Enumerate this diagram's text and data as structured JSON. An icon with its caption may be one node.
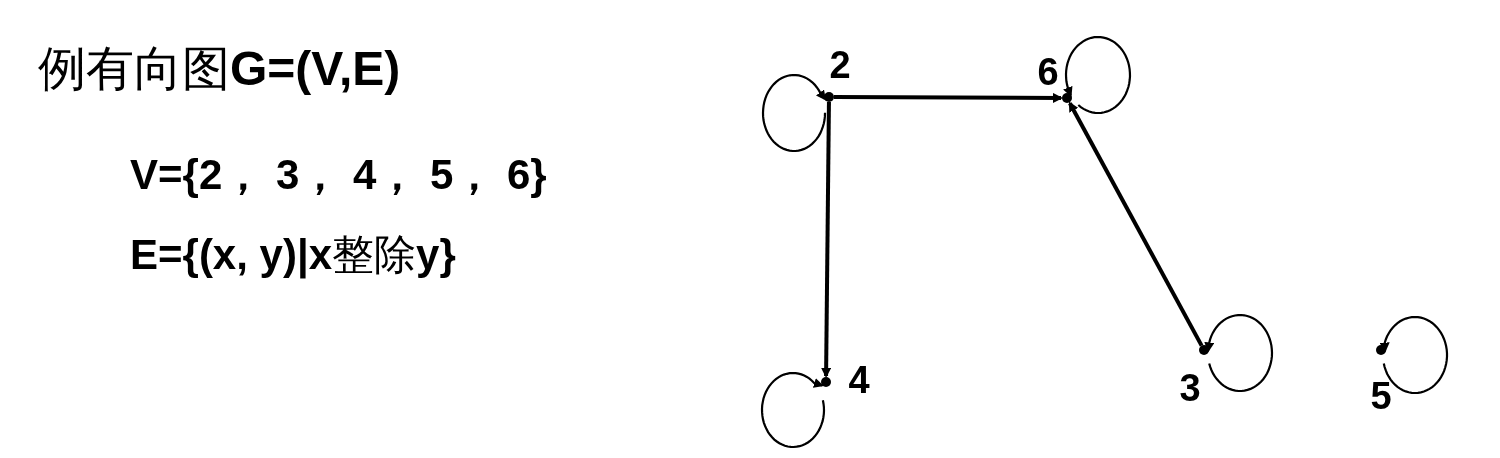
{
  "diagram": {
    "title": "例有向图**G=(V,E)**",
    "nodes": [
      {
        "text": [
          "2"
        ]
      },
      {
        "text": [
          "6"
        ]
      },
      {
        "text": [
          "4"
        ]
      },
      {
        "text": [
          "3"
        ]
      },
      {
        "text": [
          "5"
        ]
      }
    ],
    "edges": [
      {
        "from": 0,
        "to": 1,
        "arrow": "to"
      },
      {
        "from": 0,
        "to": 2,
        "arrow": "to"
      },
      {
        "from": 3,
        "to": 1,
        "arrow": "to"
      },
      {
        "from": 0,
        "to": 0,
        "arrow": "to"
      },
      {
        "from": 1,
        "to": 1,
        "arrow": "to"
      },
      {
        "from": 2,
        "to": 2,
        "arrow": "to"
      },
      {
        "from": 3,
        "to": 3,
        "arrow": "to"
      },
      {
        "from": 4,
        "to": 4,
        "arrow": "to"
      }
    ],
    "labels": [
      "**V={2， 3， 4， 5， 6}**",
      "**E={(x, y)|x**整除**y}**"
    ]
  }
}
